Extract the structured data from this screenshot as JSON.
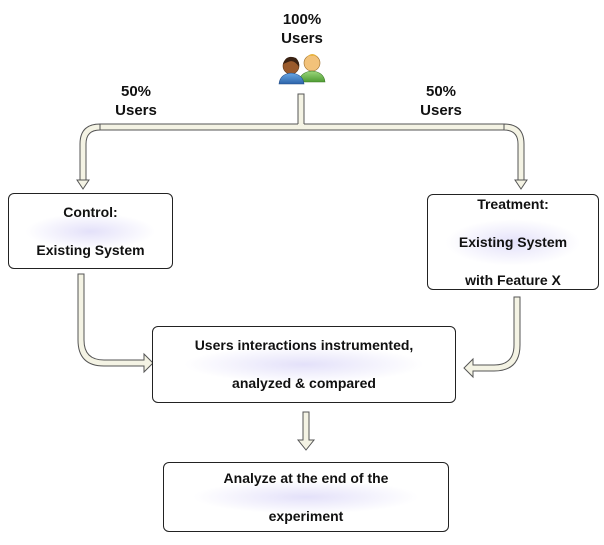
{
  "top": {
    "percent": "100%",
    "label": "Users"
  },
  "left_split": {
    "percent": "50%",
    "label": "Users"
  },
  "right_split": {
    "percent": "50%",
    "label": "Users"
  },
  "boxes": {
    "control": {
      "title": "Control:",
      "line2": "Existing System"
    },
    "treatment": {
      "title": "Treatment:",
      "line2": "Existing System",
      "line3": "with Feature X"
    },
    "instrumented": {
      "line1": "Users interactions instrumented,",
      "line2": "analyzed & compared"
    },
    "analyze": {
      "line1": "Analyze at the end of the",
      "line2": "experiment"
    }
  },
  "icon": "users-pair-icon",
  "colors": {
    "box_border": "#222222",
    "arrow_fill": "#f4f3e4",
    "arrow_outline": "#555555",
    "glow": "#cdc8f5"
  }
}
